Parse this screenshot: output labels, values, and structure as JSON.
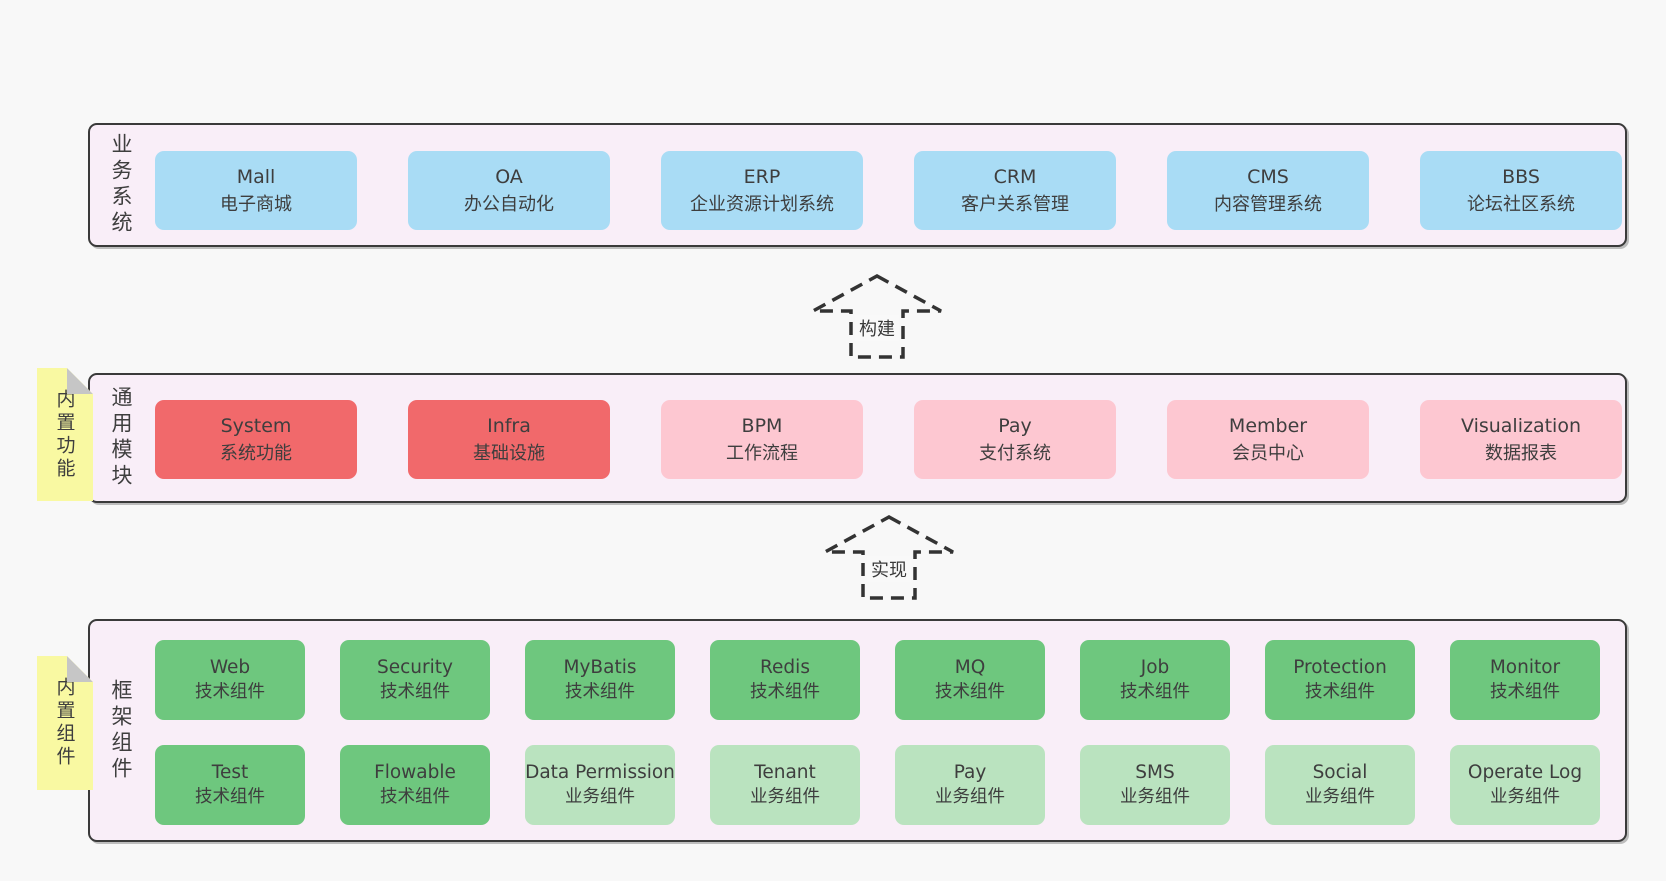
{
  "diagram": {
    "sections": {
      "business": {
        "label": "业务系统",
        "boxes": [
          {
            "title": "Mall",
            "subtitle": "电子商城"
          },
          {
            "title": "OA",
            "subtitle": "办公自动化"
          },
          {
            "title": "ERP",
            "subtitle": "企业资源计划系统"
          },
          {
            "title": "CRM",
            "subtitle": "客户关系管理"
          },
          {
            "title": "CMS",
            "subtitle": "内容管理系统"
          },
          {
            "title": "BBS",
            "subtitle": "论坛社区系统"
          }
        ]
      },
      "modules": {
        "label": "通用模块",
        "sticky": "内置功能",
        "boxes": [
          {
            "title": "System",
            "subtitle": "系统功能"
          },
          {
            "title": "Infra",
            "subtitle": "基础设施"
          },
          {
            "title": "BPM",
            "subtitle": "工作流程"
          },
          {
            "title": "Pay",
            "subtitle": "支付系统"
          },
          {
            "title": "Member",
            "subtitle": "会员中心"
          },
          {
            "title": "Visualization",
            "subtitle": "数据报表"
          }
        ]
      },
      "components": {
        "label": "框架组件",
        "sticky": "内置组件",
        "row1": [
          {
            "title": "Web",
            "subtitle": "技术组件"
          },
          {
            "title": "Security",
            "subtitle": "技术组件"
          },
          {
            "title": "MyBatis",
            "subtitle": "技术组件"
          },
          {
            "title": "Redis",
            "subtitle": "技术组件"
          },
          {
            "title": "MQ",
            "subtitle": "技术组件"
          },
          {
            "title": "Job",
            "subtitle": "技术组件"
          },
          {
            "title": "Protection",
            "subtitle": "技术组件"
          },
          {
            "title": "Monitor",
            "subtitle": "技术组件"
          }
        ],
        "row2": [
          {
            "title": "Test",
            "subtitle": "技术组件"
          },
          {
            "title": "Flowable",
            "subtitle": "技术组件"
          },
          {
            "title": "Data Permission",
            "subtitle": "业务组件"
          },
          {
            "title": "Tenant",
            "subtitle": "业务组件"
          },
          {
            "title": "Pay",
            "subtitle": "业务组件"
          },
          {
            "title": "SMS",
            "subtitle": "业务组件"
          },
          {
            "title": "Social",
            "subtitle": "业务组件"
          },
          {
            "title": "Operate Log",
            "subtitle": "业务组件"
          }
        ]
      }
    },
    "arrows": {
      "build": {
        "label": "构建"
      },
      "implement": {
        "label": "实现"
      }
    },
    "colors": {
      "page_bg": "#f8f8f8",
      "section_bg": "#f9eef8",
      "section_border": "#3a3a3a",
      "box_blue": "#a9dcf5",
      "box_red": "#f1696b",
      "box_pink": "#fdc7d1",
      "box_green_dark": "#6ec77e",
      "box_green_light": "#bae3bf",
      "sticky_yellow": "#f9f9a2",
      "sticky_fold_gray": "#c6c6c6",
      "text": "#3e3e3e"
    }
  }
}
